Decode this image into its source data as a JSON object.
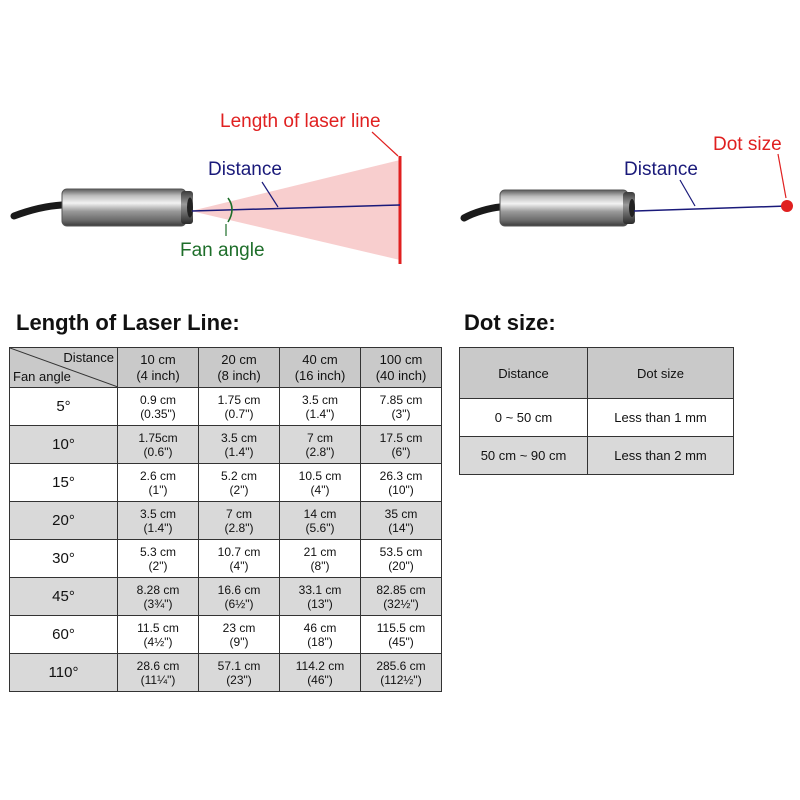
{
  "diagram": {
    "laser_line": {
      "length_label": "Length of laser line",
      "distance_label": "Distance",
      "fan_angle_label": "Fan angle"
    },
    "dot": {
      "size_label": "Dot size",
      "distance_label": "Distance"
    },
    "colors": {
      "red": "#e02020",
      "navy": "#1a1a7a",
      "green": "#1e6e2a",
      "beam": "#f7c6c6"
    }
  },
  "laser_table": {
    "title": "Length of Laser Line:",
    "corner_distance": "Distance",
    "corner_fan_angle": "Fan angle",
    "columns": [
      {
        "metric": "10 cm",
        "imperial": "(4 inch)"
      },
      {
        "metric": "20 cm",
        "imperial": "(8 inch)"
      },
      {
        "metric": "40 cm",
        "imperial": "(16 inch)"
      },
      {
        "metric": "100 cm",
        "imperial": "(40 inch)"
      }
    ],
    "rows": [
      {
        "angle": "5°",
        "cells": [
          {
            "metric": "0.9 cm",
            "imperial": "(0.35\")"
          },
          {
            "metric": "1.75 cm",
            "imperial": "(0.7\")"
          },
          {
            "metric": "3.5 cm",
            "imperial": "(1.4\")"
          },
          {
            "metric": "7.85 cm",
            "imperial": "(3\")"
          }
        ]
      },
      {
        "angle": "10°",
        "cells": [
          {
            "metric": "1.75cm",
            "imperial": "(0.6\")"
          },
          {
            "metric": "3.5 cm",
            "imperial": "(1.4\")"
          },
          {
            "metric": "7 cm",
            "imperial": "(2.8\")"
          },
          {
            "metric": "17.5 cm",
            "imperial": "(6\")"
          }
        ]
      },
      {
        "angle": "15°",
        "cells": [
          {
            "metric": "2.6 cm",
            "imperial": "(1\")"
          },
          {
            "metric": "5.2 cm",
            "imperial": "(2\")"
          },
          {
            "metric": "10.5 cm",
            "imperial": "(4\")"
          },
          {
            "metric": "26.3 cm",
            "imperial": "(10\")"
          }
        ]
      },
      {
        "angle": "20°",
        "cells": [
          {
            "metric": "3.5 cm",
            "imperial": "(1.4\")"
          },
          {
            "metric": "7 cm",
            "imperial": "(2.8\")"
          },
          {
            "metric": "14 cm",
            "imperial": "(5.6\")"
          },
          {
            "metric": "35 cm",
            "imperial": "(14\")"
          }
        ]
      },
      {
        "angle": "30°",
        "cells": [
          {
            "metric": "5.3 cm",
            "imperial": "(2\")"
          },
          {
            "metric": "10.7 cm",
            "imperial": "(4\")"
          },
          {
            "metric": "21 cm",
            "imperial": "(8\")"
          },
          {
            "metric": "53.5 cm",
            "imperial": "(20\")"
          }
        ]
      },
      {
        "angle": "45°",
        "cells": [
          {
            "metric": "8.28 cm",
            "imperial": "(3¾\")"
          },
          {
            "metric": "16.6 cm",
            "imperial": "(6½\")"
          },
          {
            "metric": "33.1 cm",
            "imperial": "(13\")"
          },
          {
            "metric": "82.85 cm",
            "imperial": "(32½\")"
          }
        ]
      },
      {
        "angle": "60°",
        "cells": [
          {
            "metric": "11.5 cm",
            "imperial": "(4½\")"
          },
          {
            "metric": "23 cm",
            "imperial": "(9\")"
          },
          {
            "metric": "46 cm",
            "imperial": "(18\")"
          },
          {
            "metric": "115.5 cm",
            "imperial": "(45\")"
          }
        ]
      },
      {
        "angle": "110°",
        "cells": [
          {
            "metric": "28.6 cm",
            "imperial": "(11¼\")"
          },
          {
            "metric": "57.1 cm",
            "imperial": "(23\")"
          },
          {
            "metric": "114.2 cm",
            "imperial": "(46\")"
          },
          {
            "metric": "285.6 cm",
            "imperial": "(112½\")"
          }
        ]
      }
    ]
  },
  "dot_table": {
    "title": "Dot size:",
    "headers": [
      "Distance",
      "Dot size"
    ],
    "rows": [
      [
        "0 ~ 50 cm",
        "Less than 1 mm"
      ],
      [
        "50 cm ~ 90 cm",
        "Less than 2 mm"
      ]
    ]
  }
}
